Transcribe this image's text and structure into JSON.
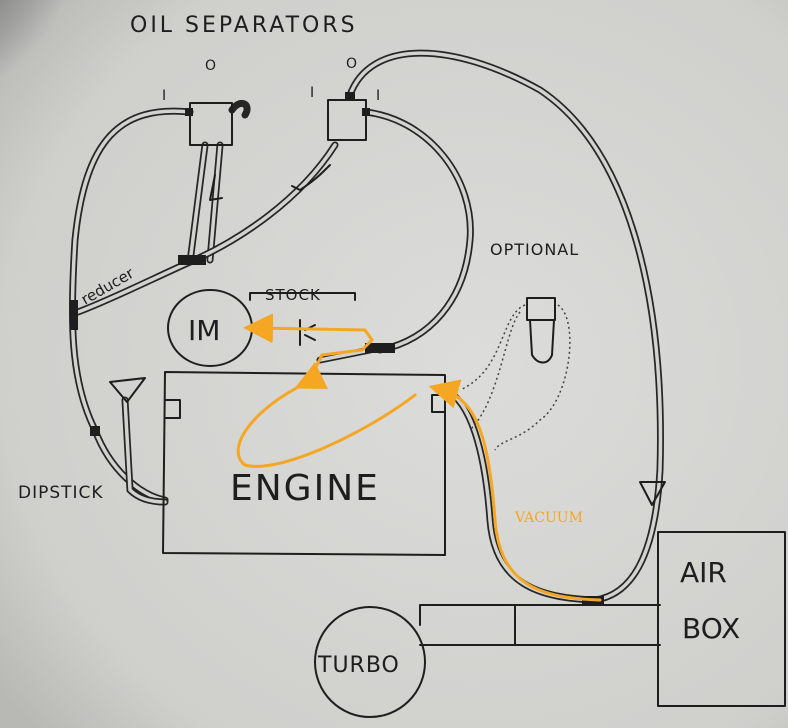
{
  "title": "OIL SEPARATORS",
  "separator_ports": {
    "sep1_in": "I",
    "sep1_out": "O",
    "sep2_in_left": "I",
    "sep2_out": "O",
    "sep2_in_right": "I"
  },
  "labels": {
    "reducer": "reducer",
    "stock": "STOCK",
    "intake_manifold": "IM",
    "optional": "OPTIONAL",
    "dipstick": "DIPSTICK",
    "engine": "ENGINE",
    "vacuum": "VACUUM",
    "air": "AIR",
    "box": "BOX",
    "turbo": "TURBO"
  },
  "colors": {
    "ink": "#1e1e1e",
    "paper": "#d6d6d3",
    "flow_arrow": "#f5a623"
  }
}
